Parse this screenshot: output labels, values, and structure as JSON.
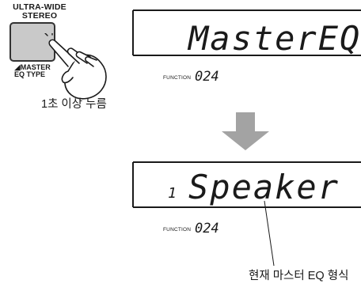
{
  "button": {
    "caption_line1": "ULTRA-WIDE",
    "caption_line2": "STEREO",
    "shift_line1": "MASTER",
    "shift_line2": "EQ TYPE"
  },
  "instruction_text": "1초 이상 누름",
  "screen_before": {
    "main_text": "MasterEQ",
    "function_label": "FUNCTION",
    "function_number": "024"
  },
  "screen_after": {
    "item_number": "1",
    "main_text": "Speaker",
    "function_label": "FUNCTION",
    "function_number": "024"
  },
  "callout_text": "현재 마스터 EQ 형식",
  "colors": {
    "arrow": "#a3a3a3",
    "button_face": "#c9c9c9",
    "ink": "#1a1a1a"
  }
}
